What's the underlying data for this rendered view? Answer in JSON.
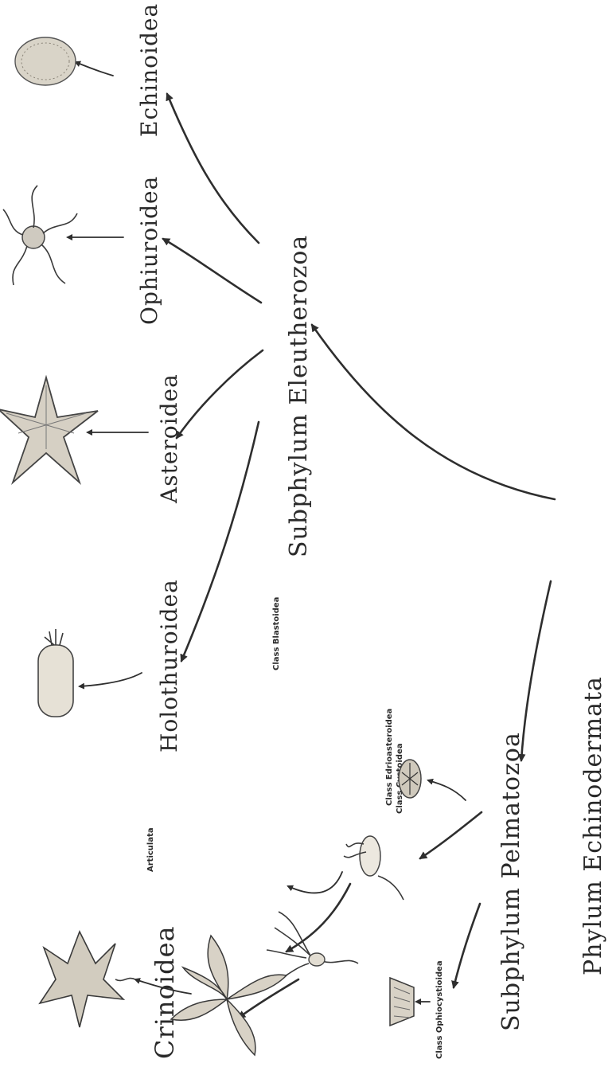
{
  "phylum": "Phylum Echinodermata",
  "subphyla": {
    "eleutherozoa": "Subphylum Eleutherozoa",
    "pelmatozoa": "Subphylum Pelmatozoa"
  },
  "eleutherozoa_classes": {
    "echinoidea": "Echinoidea",
    "ophiuroidea": "Ophiuroidea",
    "asteroidea": "Asteroidea",
    "holothuroidea": "Holothuroidea"
  },
  "pelmatozoa_classes": {
    "crinoidea": "Crinoidea",
    "articulata": "Articulata",
    "blastoidea": "Class Blastoidea",
    "cystoidea": "Class Cystoidea",
    "edrioasteroidea": "Class Edrioasteroidea",
    "ophiocystioidea": "Class Ophiocystioidea"
  }
}
